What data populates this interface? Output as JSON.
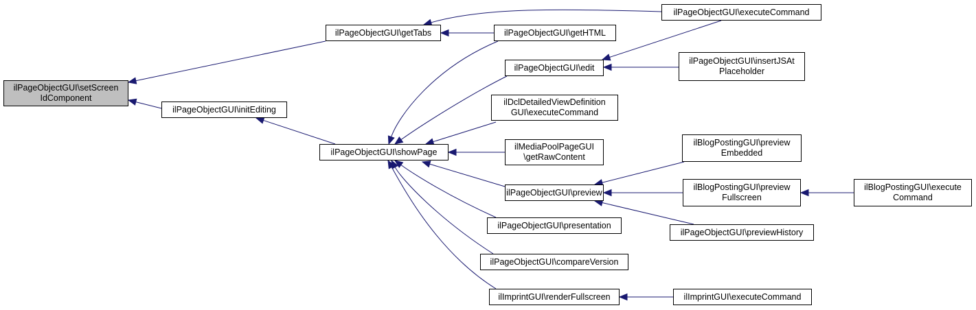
{
  "graph": {
    "colors": {
      "edge": "#191970",
      "focus_node_fill": "#bfbfbf",
      "node_border": "#000000"
    },
    "nodes": [
      {
        "id": "setScreenId",
        "lines": [
          "ilPageObjectGUI\\setScreen",
          "IdComponent"
        ],
        "focus": true
      },
      {
        "id": "getTabs",
        "lines": [
          "ilPageObjectGUI\\getTabs"
        ]
      },
      {
        "id": "initEditing",
        "lines": [
          "ilPageObjectGUI\\initEditing"
        ]
      },
      {
        "id": "showPage",
        "lines": [
          "ilPageObjectGUI\\showPage"
        ]
      },
      {
        "id": "getHTML",
        "lines": [
          "ilPageObjectGUI\\getHTML"
        ]
      },
      {
        "id": "edit",
        "lines": [
          "ilPageObjectGUI\\edit"
        ]
      },
      {
        "id": "dclDetailed",
        "lines": [
          "ilDclDetailedViewDefinition",
          "GUI\\executeCommand"
        ]
      },
      {
        "id": "mediaPool",
        "lines": [
          "ilMediaPoolPageGUI",
          "\\getRawContent"
        ]
      },
      {
        "id": "preview",
        "lines": [
          "ilPageObjectGUI\\preview"
        ]
      },
      {
        "id": "presentation",
        "lines": [
          "ilPageObjectGUI\\presentation"
        ]
      },
      {
        "id": "compareVersion",
        "lines": [
          "ilPageObjectGUI\\compareVersion"
        ]
      },
      {
        "id": "renderFullscreen",
        "lines": [
          "ilImprintGUI\\renderFullscreen"
        ]
      },
      {
        "id": "executeCommand",
        "lines": [
          "ilPageObjectGUI\\executeCommand"
        ]
      },
      {
        "id": "insertJS",
        "lines": [
          "ilPageObjectGUI\\insertJSAt",
          "Placeholder"
        ]
      },
      {
        "id": "blogEmbedded",
        "lines": [
          "ilBlogPostingGUI\\preview",
          "Embedded"
        ]
      },
      {
        "id": "blogFullscreen",
        "lines": [
          "ilBlogPostingGUI\\preview",
          "Fullscreen"
        ]
      },
      {
        "id": "previewHistory",
        "lines": [
          "ilPageObjectGUI\\previewHistory"
        ]
      },
      {
        "id": "blogExecute",
        "lines": [
          "ilBlogPostingGUI\\execute",
          "Command"
        ]
      },
      {
        "id": "imprintExecute",
        "lines": [
          "ilImprintGUI\\executeCommand"
        ]
      }
    ],
    "edges": [
      {
        "from": "getTabs",
        "to": "setScreenId"
      },
      {
        "from": "initEditing",
        "to": "setScreenId"
      },
      {
        "from": "executeCommand",
        "to": "getTabs"
      },
      {
        "from": "getHTML",
        "to": "getTabs"
      },
      {
        "from": "showPage",
        "to": "initEditing"
      },
      {
        "from": "getHTML",
        "to": "showPage"
      },
      {
        "from": "edit",
        "to": "showPage"
      },
      {
        "from": "dclDetailed",
        "to": "showPage"
      },
      {
        "from": "mediaPool",
        "to": "showPage"
      },
      {
        "from": "preview",
        "to": "showPage"
      },
      {
        "from": "presentation",
        "to": "showPage"
      },
      {
        "from": "compareVersion",
        "to": "showPage"
      },
      {
        "from": "renderFullscreen",
        "to": "showPage"
      },
      {
        "from": "executeCommand",
        "to": "edit"
      },
      {
        "from": "insertJS",
        "to": "edit"
      },
      {
        "from": "blogEmbedded",
        "to": "preview"
      },
      {
        "from": "blogFullscreen",
        "to": "preview"
      },
      {
        "from": "previewHistory",
        "to": "preview"
      },
      {
        "from": "blogExecute",
        "to": "blogFullscreen"
      },
      {
        "from": "imprintExecute",
        "to": "renderFullscreen"
      }
    ]
  }
}
